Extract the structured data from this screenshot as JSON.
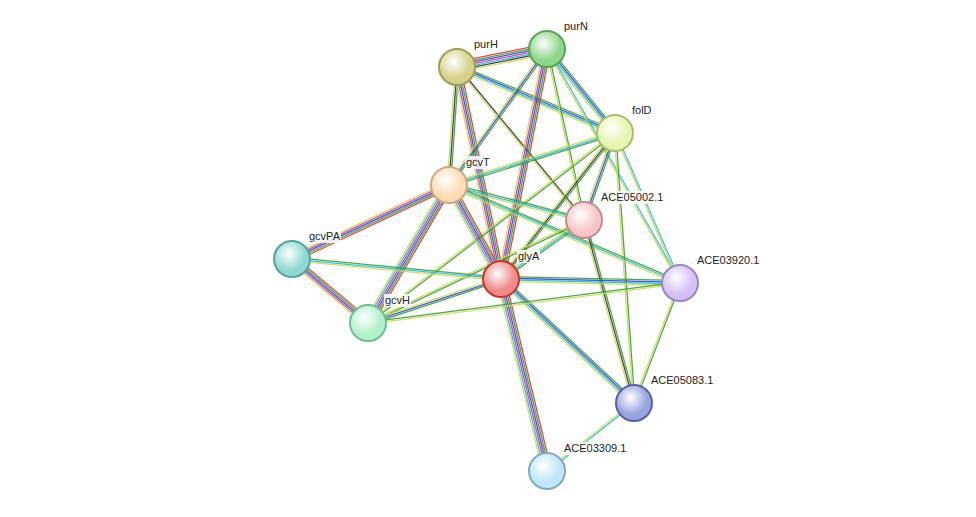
{
  "diagram": {
    "nodes": [
      {
        "text": [
          "purN"
        ]
      },
      {
        "text": [
          "purH"
        ]
      },
      {
        "text": [
          "folD"
        ]
      },
      {
        "text": [
          "gcvT"
        ]
      },
      {
        "text": [
          "ACE05002.1"
        ]
      },
      {
        "text": [
          "gcvPA"
        ]
      },
      {
        "text": [
          "glyA"
        ]
      },
      {
        "text": [
          "ACE03920.1"
        ]
      },
      {
        "text": [
          "gcvH"
        ]
      },
      {
        "text": [
          "ACE05083.1"
        ]
      },
      {
        "text": [
          "ACE03309.1"
        ]
      }
    ],
    "edges": [
      {
        "from": 1,
        "to": 0,
        "arrow": "none"
      },
      {
        "from": 1,
        "to": 2,
        "arrow": "none"
      },
      {
        "from": 1,
        "to": 3,
        "arrow": "none"
      },
      {
        "from": 1,
        "to": 4,
        "arrow": "none"
      },
      {
        "from": 1,
        "to": 6,
        "arrow": "none"
      },
      {
        "from": 0,
        "to": 2,
        "arrow": "none"
      },
      {
        "from": 0,
        "to": 3,
        "arrow": "none"
      },
      {
        "from": 0,
        "to": 6,
        "arrow": "none"
      },
      {
        "from": 0,
        "to": 4,
        "arrow": "none"
      },
      {
        "from": 0,
        "to": 7,
        "arrow": "none"
      },
      {
        "from": 2,
        "to": 3,
        "arrow": "none"
      },
      {
        "from": 2,
        "to": 6,
        "arrow": "none"
      },
      {
        "from": 2,
        "to": 4,
        "arrow": "none"
      },
      {
        "from": 2,
        "to": 7,
        "arrow": "none"
      },
      {
        "from": 2,
        "to": 8,
        "arrow": "none"
      },
      {
        "from": 2,
        "to": 9,
        "arrow": "none"
      },
      {
        "from": 3,
        "to": 4,
        "arrow": "none"
      },
      {
        "from": 3,
        "to": 5,
        "arrow": "none"
      },
      {
        "from": 3,
        "to": 6,
        "arrow": "none"
      },
      {
        "from": 3,
        "to": 8,
        "arrow": "none"
      },
      {
        "from": 3,
        "to": 7,
        "arrow": "none"
      },
      {
        "from": 4,
        "to": 6,
        "arrow": "none"
      },
      {
        "from": 4,
        "to": 9,
        "arrow": "none"
      },
      {
        "from": 4,
        "to": 8,
        "arrow": "none"
      },
      {
        "from": 5,
        "to": 8,
        "arrow": "none"
      },
      {
        "from": 5,
        "to": 6,
        "arrow": "none"
      },
      {
        "from": 6,
        "to": 7,
        "arrow": "none"
      },
      {
        "from": 6,
        "to": 8,
        "arrow": "none"
      },
      {
        "from": 6,
        "to": 9,
        "arrow": "none"
      },
      {
        "from": 6,
        "to": 10,
        "arrow": "none"
      },
      {
        "from": 7,
        "to": 9,
        "arrow": "none"
      },
      {
        "from": 9,
        "to": 10,
        "arrow": "none"
      },
      {
        "from": 8,
        "to": 7,
        "arrow": "none"
      }
    ]
  }
}
